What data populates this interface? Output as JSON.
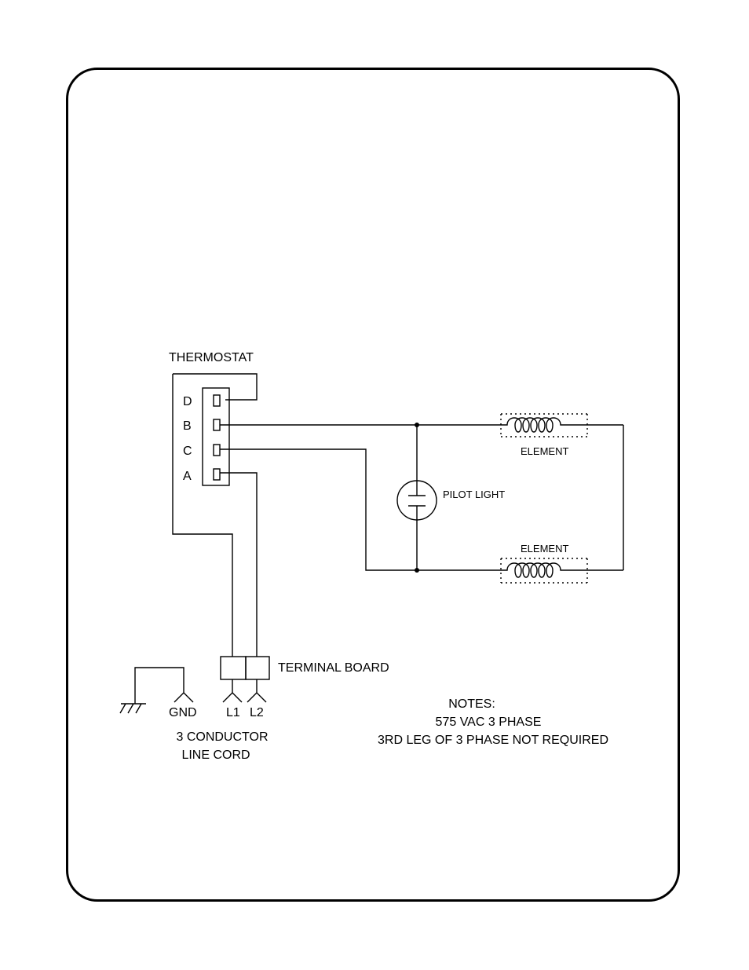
{
  "labels": {
    "thermostat": "THERMOSTAT",
    "pin_d": "D",
    "pin_b": "B",
    "pin_c": "C",
    "pin_a": "A",
    "element_top": "ELEMENT",
    "element_bottom": "ELEMENT",
    "pilot_light": "PILOT LIGHT",
    "terminal_board": "TERMINAL BOARD",
    "gnd": "GND",
    "l1": "L1",
    "l2": "L2",
    "line_cord_1": "3 CONDUCTOR",
    "line_cord_2": "LINE CORD"
  },
  "notes": {
    "title": "NOTES:",
    "line1": "575 VAC 3 PHASE",
    "line2": "3RD LEG OF 3 PHASE NOT REQUIRED"
  }
}
